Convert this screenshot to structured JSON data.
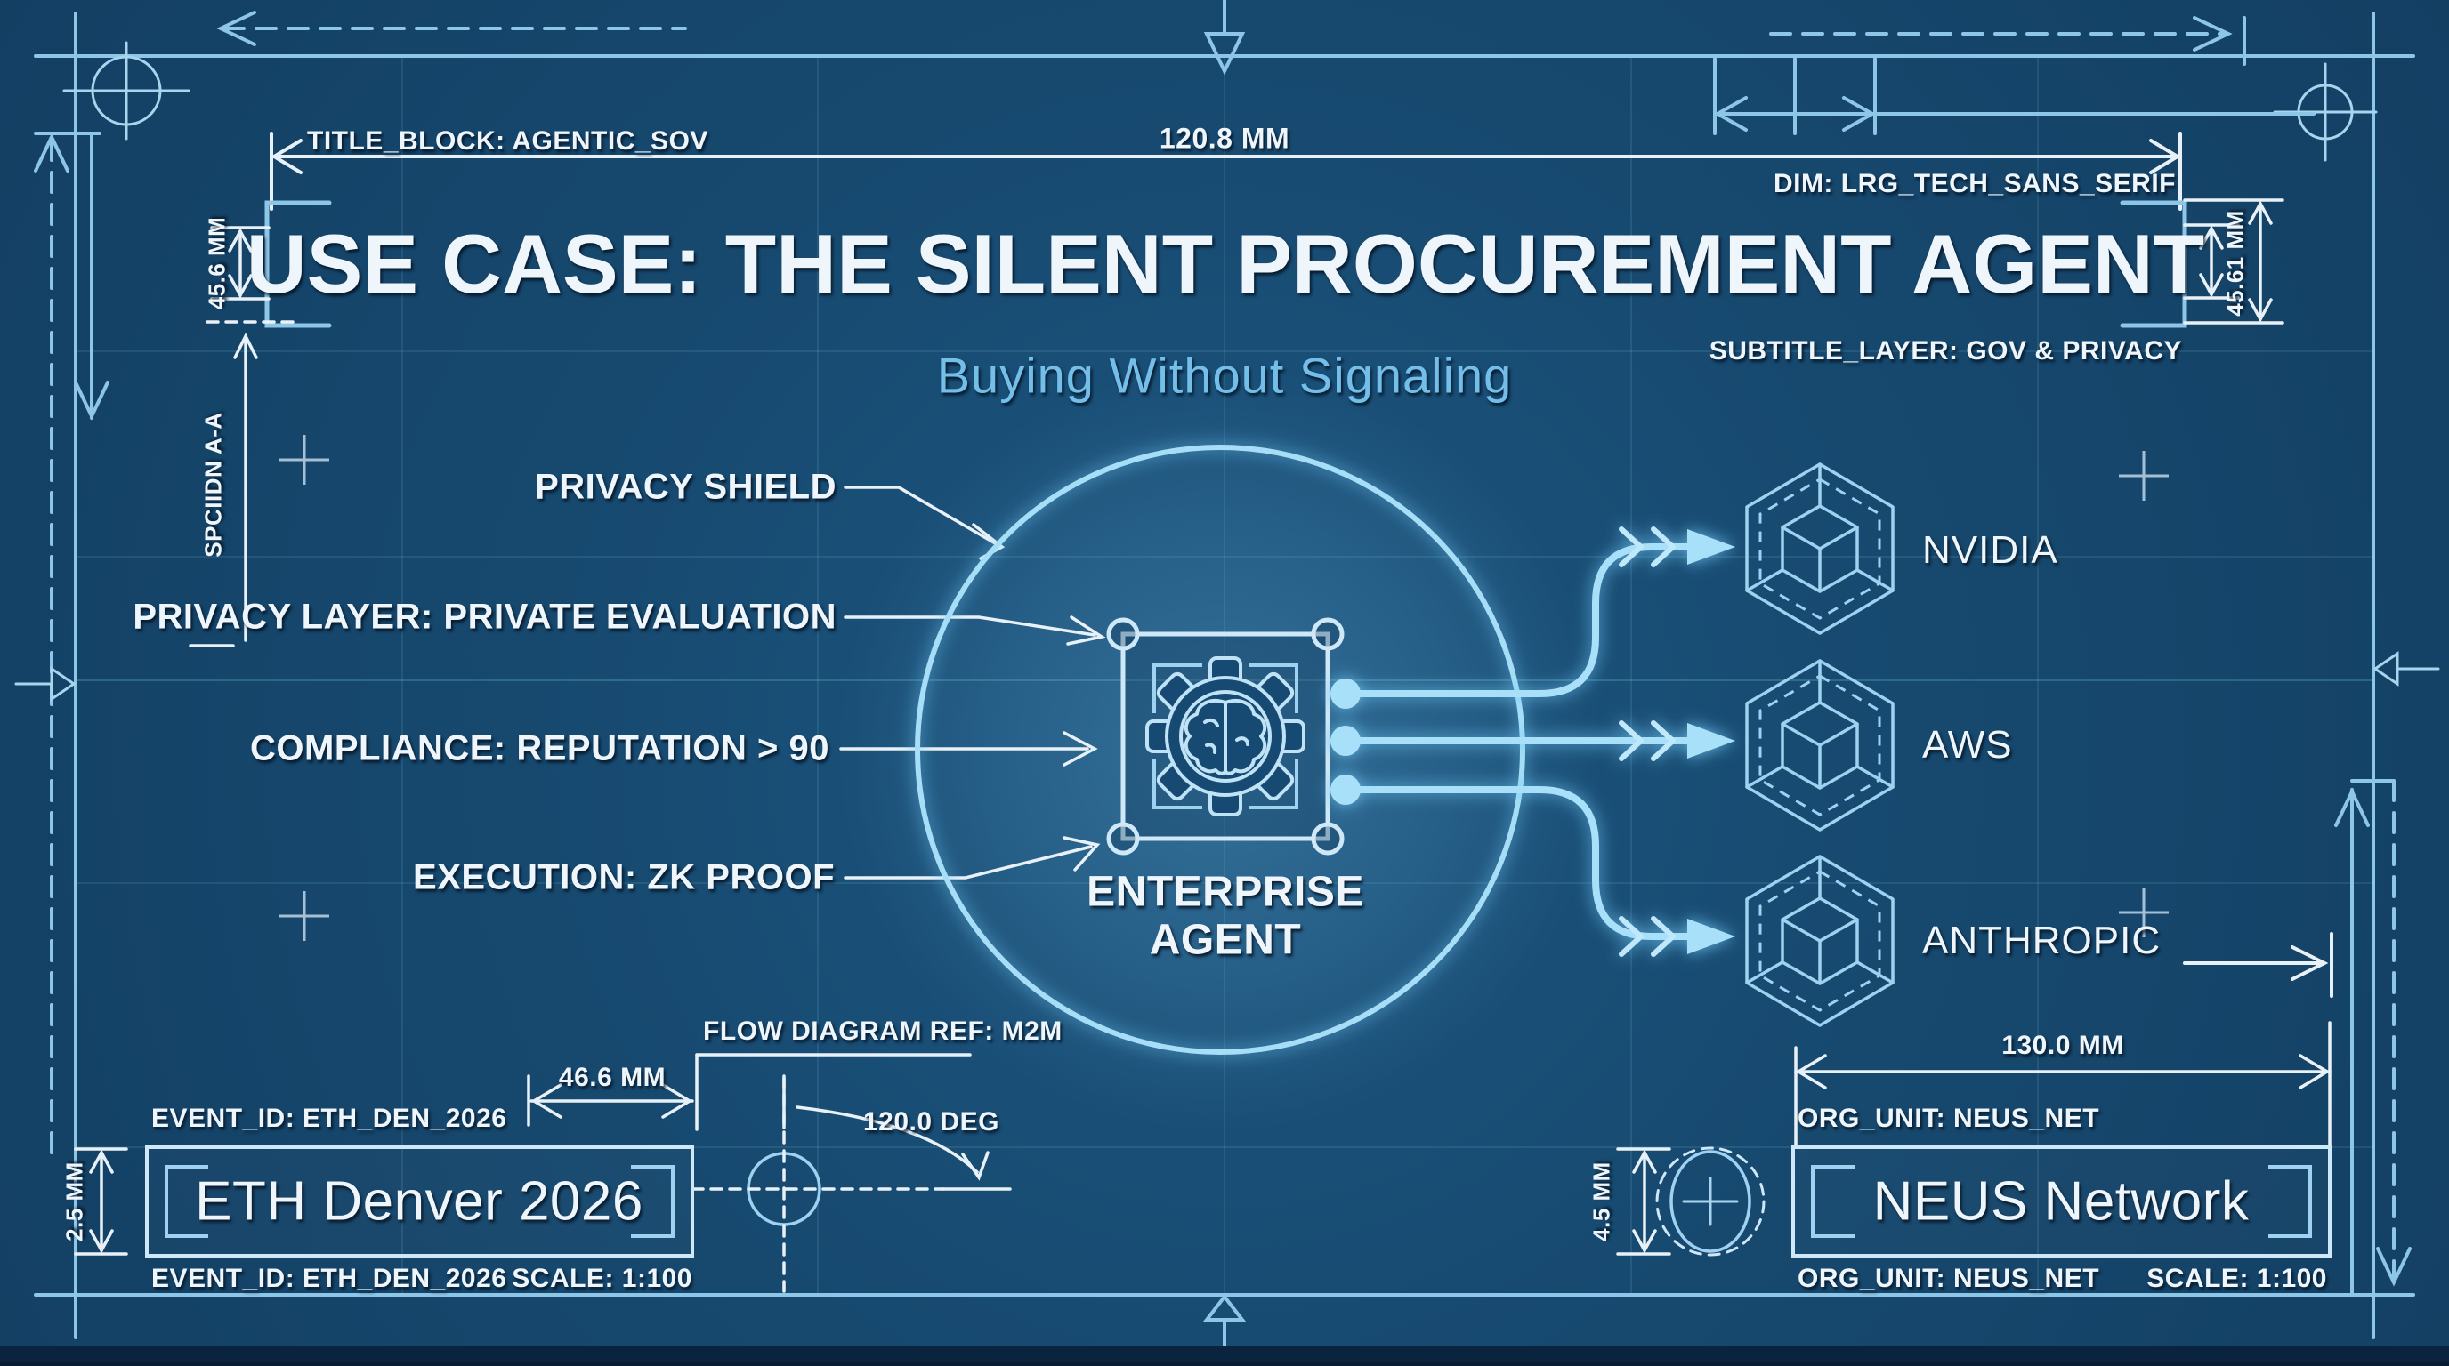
{
  "colors": {
    "background": "#17496f",
    "frame_line": "#8ec6e8",
    "accent_glow": "#a8e0fa",
    "text_white": "#eef5fb",
    "subtitle_blue": "#74bfe9"
  },
  "icons": {
    "agent": "gear-brain-icon",
    "provider": "wireframe-cube-icon",
    "registration": "crosshair-icon"
  },
  "header": {
    "title_block_label": "TITLE_BLOCK: AGENTIC_SOV",
    "width_dim": "120.8 MM",
    "dim_note": "DIM: LRG_TECH_SANS_SERIF",
    "title": "USE CASE: THE SILENT PROCUREMENT AGENT",
    "subtitle_layer_label": "SUBTITLE_LAYER: GOV & PRIVACY",
    "subtitle": "Buying Without Signaling",
    "left_height_dim": "45.6 MM",
    "right_height_dim": "45.61 MM",
    "section_label": "SPCIIDN A-A"
  },
  "callouts": [
    "PRIVACY SHIELD",
    "PRIVACY LAYER: PRIVATE EVALUATION",
    "COMPLIANCE: REPUTATION > 90",
    "EXECUTION: ZK PROOF"
  ],
  "agent": {
    "label_line1": "ENTERPRISE",
    "label_line2": "AGENT"
  },
  "providers": [
    "NVIDIA",
    "AWS",
    "ANTHROPIC"
  ],
  "flow": {
    "ref_label": "FLOW DIAGRAM REF: M2M",
    "width_dim": "46.6 MM",
    "angle_dim": "120.0 DEG"
  },
  "stamp_left": {
    "id_top": "EVENT_ID: ETH_DEN_2026",
    "name": "ETH Denver 2026",
    "id_bottom": "EVENT_ID: ETH_DEN_2026",
    "scale": "SCALE: 1:100",
    "height_dim": "2.5 MM"
  },
  "stamp_right": {
    "width_dim": "130.0 MM",
    "org_top": "ORG_UNIT: NEUS_NET",
    "name": "NEUS Network",
    "org_bottom": "ORG_UNIT: NEUS_NET",
    "scale": "SCALE: 1:100",
    "height_dim": "4.5 MM"
  }
}
